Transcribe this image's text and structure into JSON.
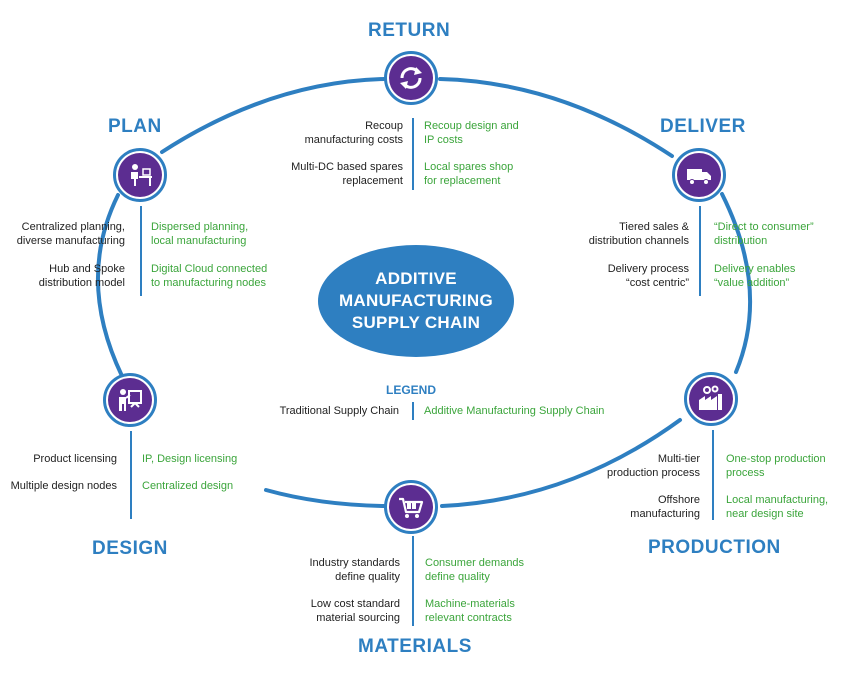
{
  "center_title": {
    "line1": "ADDITIVE",
    "line2": "MANUFACTURING",
    "line3": "SUPPLY CHAIN"
  },
  "colors": {
    "ring": "#2E7FC1",
    "icon_fill": "#5C2D91",
    "traditional_text": "#222222",
    "additive_text": "#3BA53B"
  },
  "legend": {
    "title": "LEGEND",
    "traditional": "Traditional Supply Chain",
    "additive": "Additive Manufacturing Supply Chain"
  },
  "stages": {
    "return": {
      "title": "RETURN",
      "icon": "recycle-arrows-icon",
      "rows": [
        {
          "traditional": [
            "Recoup",
            "manufacturing costs"
          ],
          "additive": [
            "Recoup design and",
            "IP costs"
          ]
        },
        {
          "traditional": [
            "Multi-DC based spares",
            "replacement"
          ],
          "additive": [
            "Local spares shop",
            "for replacement"
          ]
        }
      ]
    },
    "plan": {
      "title": "PLAN",
      "icon": "person-at-desk-icon",
      "rows": [
        {
          "traditional": [
            "Centralized planning,",
            "diverse manufacturing"
          ],
          "additive": [
            "Dispersed planning,",
            "local manufacturing"
          ]
        },
        {
          "traditional": [
            "Hub and Spoke",
            "distribution model"
          ],
          "additive": [
            "Digital Cloud connected",
            "to manufacturing nodes"
          ]
        }
      ]
    },
    "deliver": {
      "title": "DELIVER",
      "icon": "delivery-truck-icon",
      "rows": [
        {
          "traditional": [
            "Tiered sales  &",
            "distribution channels"
          ],
          "additive": [
            "“Direct to consumer”",
            "distribution"
          ]
        },
        {
          "traditional": [
            "Delivery process",
            "“cost centric”"
          ],
          "additive": [
            "Delivery enables",
            "“value addition”"
          ]
        }
      ]
    },
    "design": {
      "title": "DESIGN",
      "icon": "presenter-board-icon",
      "rows": [
        {
          "traditional": [
            "Product licensing"
          ],
          "additive": [
            "IP, Design licensing"
          ]
        },
        {
          "traditional": [
            "Multiple design nodes"
          ],
          "additive": [
            "Centralized design"
          ]
        }
      ]
    },
    "production": {
      "title": "PRODUCTION",
      "icon": "factory-gears-icon",
      "rows": [
        {
          "traditional": [
            "Multi-tier",
            "production process"
          ],
          "additive": [
            "One-stop production",
            "process"
          ]
        },
        {
          "traditional": [
            "Offshore",
            "manufacturing"
          ],
          "additive": [
            "Local manufacturing,",
            "near design site"
          ]
        }
      ]
    },
    "materials": {
      "title": "MATERIALS",
      "icon": "shopping-cart-icon",
      "rows": [
        {
          "traditional": [
            "Industry standards",
            "define quality"
          ],
          "additive": [
            "Consumer demands",
            "define quality"
          ]
        },
        {
          "traditional": [
            "Low cost standard",
            "material sourcing"
          ],
          "additive": [
            "Machine-materials",
            "relevant contracts"
          ]
        }
      ]
    }
  }
}
